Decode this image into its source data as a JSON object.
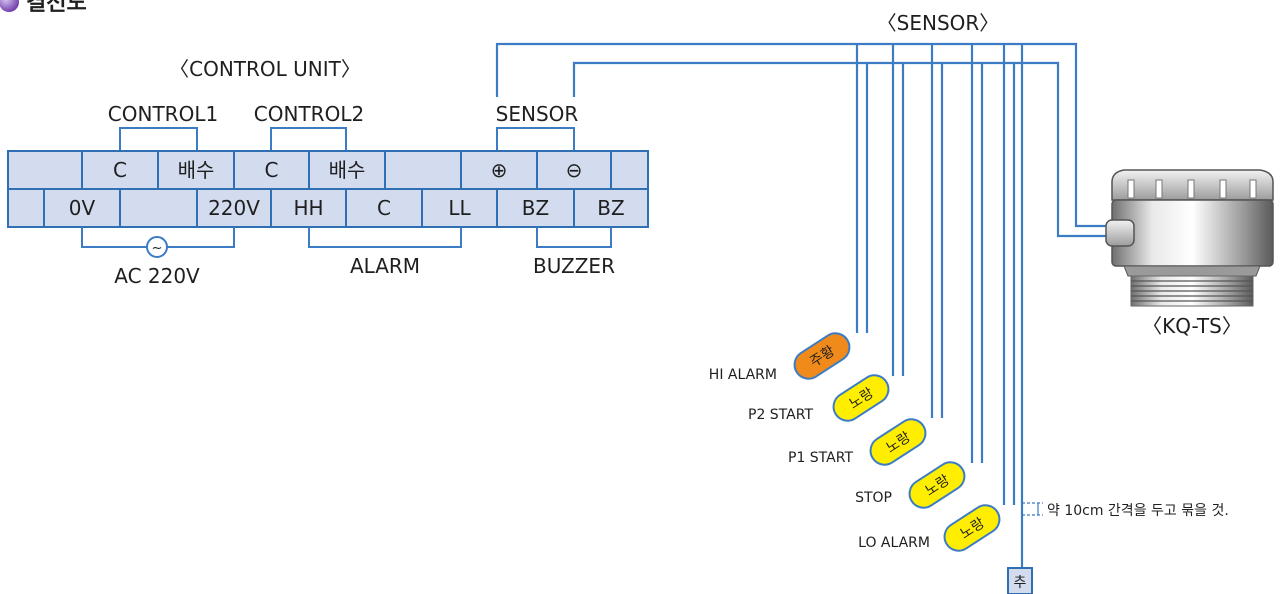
{
  "header": {
    "title": "결선도",
    "bullet_color": "#7b4bb3"
  },
  "control_unit": {
    "title": "〈CONTROL UNIT〉",
    "groups": {
      "control1": "CONTROL1",
      "control2": "CONTROL2",
      "sensor": "SENSOR"
    },
    "row1": [
      "",
      "C",
      "배수",
      "C",
      "배수",
      "",
      "⊕",
      "⊖",
      ""
    ],
    "row2": [
      "",
      "0V",
      "",
      "220V",
      "HH",
      "C",
      "LL",
      "BZ",
      "BZ"
    ],
    "bottom_labels": {
      "power": "AC 220V",
      "power_symbol": "~",
      "alarm": "ALARM",
      "buzzer": "BUZZER"
    }
  },
  "sensor": {
    "title": "〈SENSOR〉",
    "model": "〈KQ-TS〉"
  },
  "wires": [
    {
      "label": "HI ALARM",
      "color_label": "주황",
      "color": "#f08a1a"
    },
    {
      "label": "P2 START",
      "color_label": "노랑",
      "color": "#ffee00"
    },
    {
      "label": "P1 START",
      "color_label": "노랑",
      "color": "#ffee00"
    },
    {
      "label": "STOP",
      "color_label": "노랑",
      "color": "#ffee00"
    },
    {
      "label": "LO ALARM",
      "color_label": "노랑",
      "color": "#ffee00"
    }
  ],
  "weight": {
    "label": "추"
  },
  "note": {
    "text": "약 10cm 간격을 두고 묶을 것."
  },
  "colors": {
    "wire": "#3b7cc4",
    "cell": "#d3dcef",
    "cell_border": "#2f6fb3"
  }
}
